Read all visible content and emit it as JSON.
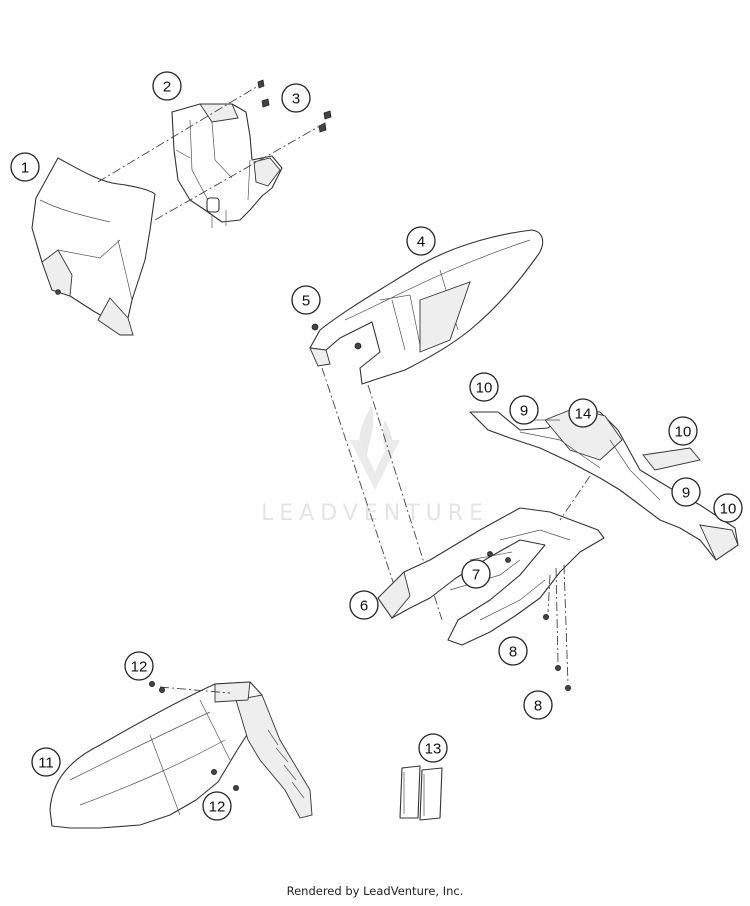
{
  "callouts": [
    {
      "id": "c1",
      "label": "1"
    },
    {
      "id": "c2",
      "label": "2"
    },
    {
      "id": "c3",
      "label": "3"
    },
    {
      "id": "c4",
      "label": "4"
    },
    {
      "id": "c5",
      "label": "5"
    },
    {
      "id": "c6",
      "label": "6"
    },
    {
      "id": "c7",
      "label": "7"
    },
    {
      "id": "c8a",
      "label": "8"
    },
    {
      "id": "c8b",
      "label": "8"
    },
    {
      "id": "c9a",
      "label": "9"
    },
    {
      "id": "c9b",
      "label": "9"
    },
    {
      "id": "c10a",
      "label": "10"
    },
    {
      "id": "c10b",
      "label": "10"
    },
    {
      "id": "c10c",
      "label": "10"
    },
    {
      "id": "c11",
      "label": "11"
    },
    {
      "id": "c12a",
      "label": "12"
    },
    {
      "id": "c12b",
      "label": "12"
    },
    {
      "id": "c13",
      "label": "13"
    },
    {
      "id": "c14",
      "label": "14"
    }
  ],
  "watermark": "LEADVENTURE",
  "footer": "Rendered by LeadVenture, Inc."
}
